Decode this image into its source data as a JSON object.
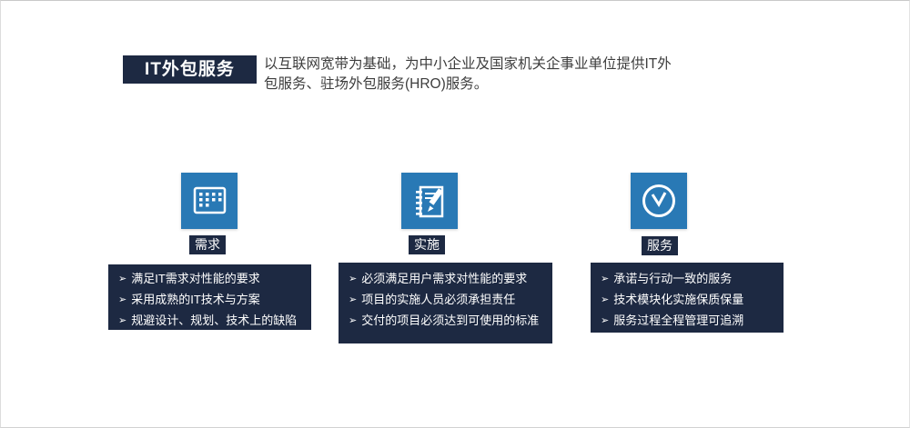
{
  "page": {
    "title": "IT外包服务",
    "description_line1": "以互联网宽带为基础，为中小企业及国家机关企事业单位提供IT外",
    "description_line2": "包服务、驻场外包服务(HRO)服务。"
  },
  "bullet": "➢",
  "colors": {
    "navy": "#1d2942",
    "tile_blue": "#2979b5",
    "body_text": "#3d3d3d",
    "list_text": "#ffffff"
  },
  "columns": [
    {
      "icon": "keypad-icon",
      "label": "需求",
      "items": [
        "满足IT需求对性能的要求",
        "采用成熟的IT技术与方案",
        "规避设计、规划、技术上的缺陷"
      ]
    },
    {
      "icon": "notepad-pencil-icon",
      "label": "实施",
      "items": [
        "必须满足用户需求对性能的要求",
        "项目的实施人员必须承担责任",
        "交付的项目必须达到可使用的标准"
      ]
    },
    {
      "icon": "clock-icon",
      "label": "服务",
      "items": [
        "承诺与行动一致的服务",
        "技术模块化实施保质保量",
        "服务过程全程管理可追溯"
      ]
    }
  ]
}
